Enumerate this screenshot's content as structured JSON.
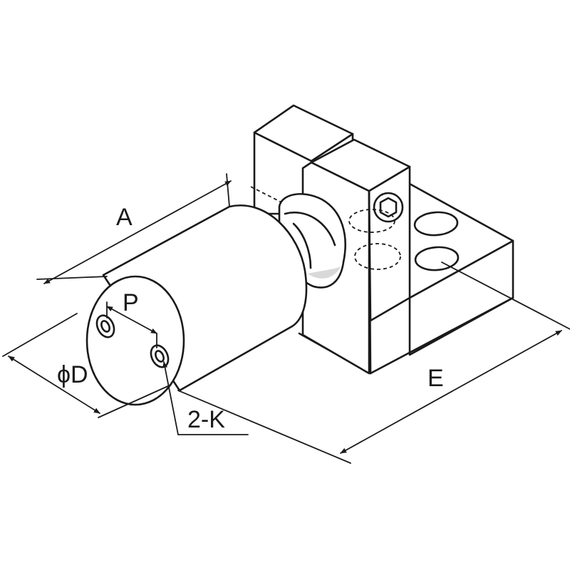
{
  "diagram": {
    "labels": {
      "length": "A",
      "pitch": "P",
      "diameter": "ϕD",
      "holes": "2-K",
      "width": "E"
    },
    "line_color": "#1a1a1a",
    "background": "#ffffff"
  }
}
